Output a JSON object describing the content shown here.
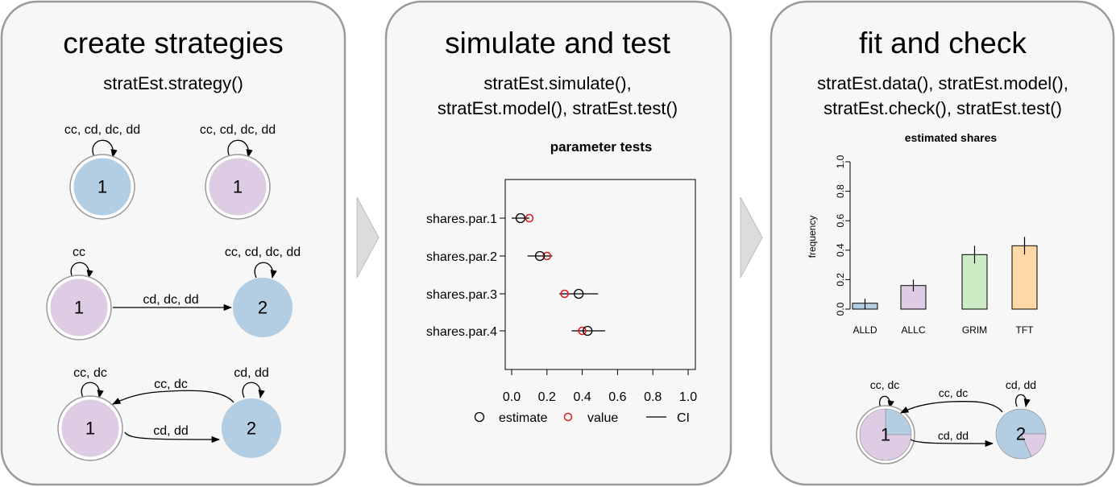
{
  "panels": {
    "create": {
      "title": "create strategies",
      "function": "stratEst.strategy()",
      "strategies": [
        {
          "node1": "1",
          "loop1": "cc, cd, dc, dd"
        },
        {
          "node1": "1",
          "loop1": "cc, cd, dc, dd"
        },
        {
          "node1": "1",
          "loop1": "cc",
          "node2": "2",
          "loop2": "cc, cd, dc, dd",
          "edge12": "cd, dc, dd"
        },
        {
          "node1": "1",
          "loop1": "cc, dc",
          "node2": "2",
          "loop2": "cd, dd",
          "edge12": "cd, dd",
          "edge21": "cc, dc"
        }
      ]
    },
    "simulate": {
      "title": "simulate and test",
      "function_line1": "stratEst.simulate(),",
      "function_line2": "stratEst.model(), stratEst.test()"
    },
    "fit": {
      "title": "fit and check",
      "function_line1": "stratEst.data(), stratEst.model(),",
      "function_line2": "stratEst.check(), stratEst.test()",
      "strategy": {
        "node1": "1",
        "loop1": "cc, dc",
        "node2": "2",
        "loop2": "cd, dd",
        "edge12": "cd, dd",
        "edge21": "cc, dc"
      }
    }
  },
  "colors": {
    "blue": "#b3cde3",
    "purple": "#decbe4",
    "green": "#ccebc5",
    "orange": "#fed9a6",
    "red": "#e41a1c",
    "panel_bg": "#f7f7f7",
    "panel_border": "#9a9a9a"
  },
  "chart_data": [
    {
      "type": "scatter",
      "title": "parameter tests",
      "categories": [
        "shares.par.1",
        "shares.par.2",
        "shares.par.3",
        "shares.par.4"
      ],
      "series": [
        {
          "name": "estimate",
          "values": [
            0.05,
            0.16,
            0.38,
            0.43
          ]
        },
        {
          "name": "value",
          "values": [
            0.1,
            0.2,
            0.3,
            0.4
          ]
        }
      ],
      "ci": [
        [
          0.0,
          0.1
        ],
        [
          0.09,
          0.23
        ],
        [
          0.27,
          0.49
        ],
        [
          0.34,
          0.53
        ]
      ],
      "ci_label": "CI",
      "xlim": [
        0.0,
        1.0
      ],
      "xticks": [
        "0.0",
        "0.2",
        "0.4",
        "0.6",
        "0.8",
        "1.0"
      ],
      "legend": "bottom"
    },
    {
      "type": "bar",
      "title": "estimated shares",
      "categories": [
        "ALLD",
        "ALLC",
        "GRIM",
        "TFT"
      ],
      "values": [
        0.04,
        0.16,
        0.37,
        0.43
      ],
      "error": [
        [
          0.0,
          0.07
        ],
        [
          0.12,
          0.2
        ],
        [
          0.31,
          0.43
        ],
        [
          0.37,
          0.49
        ]
      ],
      "ylabel": "frequency",
      "ylim": [
        0.0,
        1.0
      ],
      "yticks": [
        "0.0",
        "0.2",
        "0.4",
        "0.6",
        "0.8",
        "1.0"
      ],
      "bar_colors": [
        "#b3cde3",
        "#decbe4",
        "#ccebc5",
        "#fed9a6"
      ]
    }
  ]
}
